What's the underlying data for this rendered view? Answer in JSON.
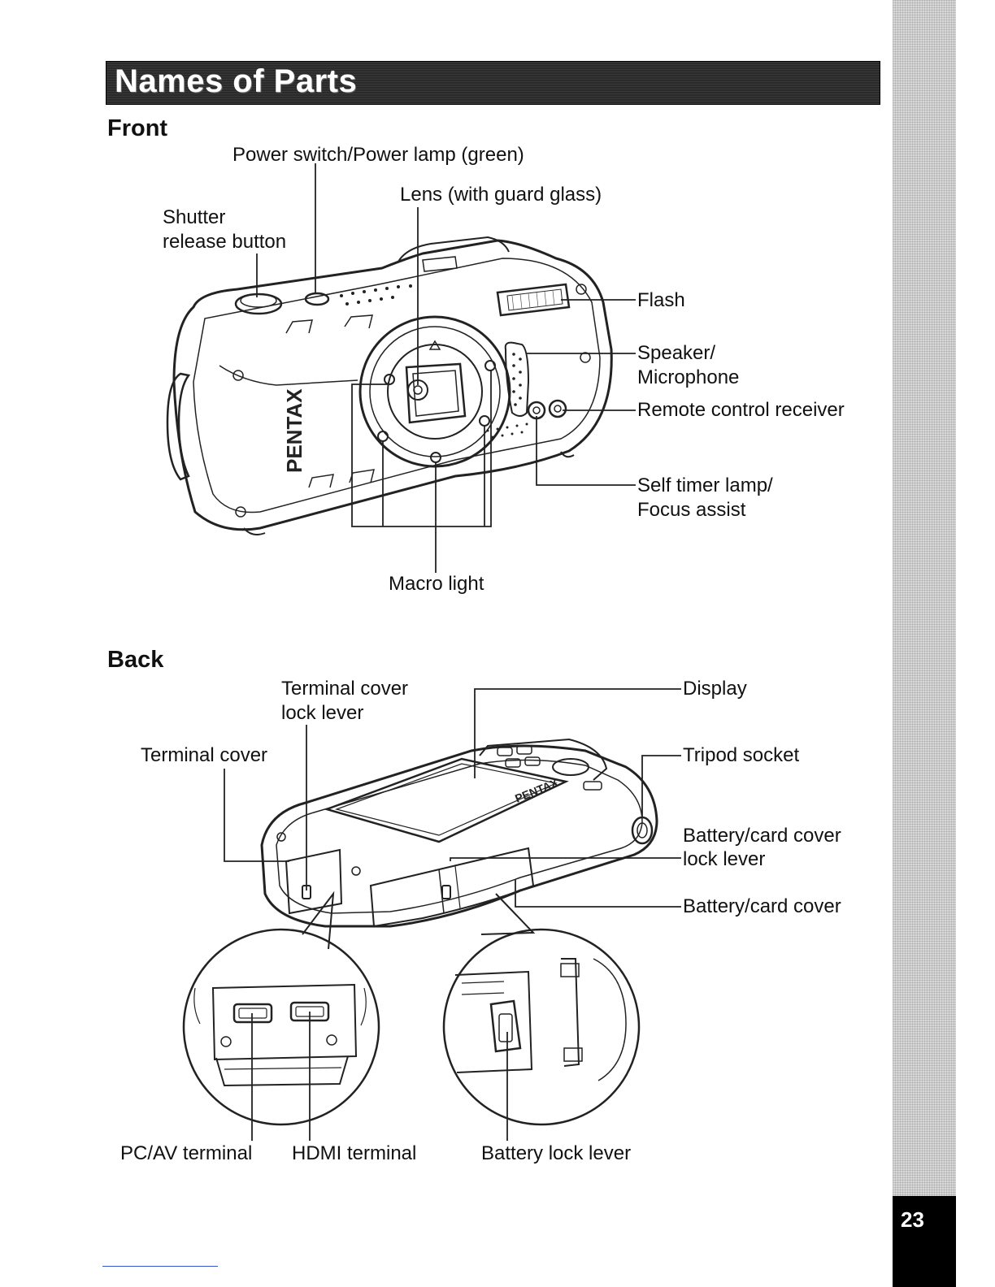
{
  "header": {
    "title": "Names of Parts"
  },
  "page_number": "23",
  "front": {
    "heading": "Front",
    "brand": "PENTAX",
    "labels": {
      "power_switch": "Power switch/Power lamp (green)",
      "lens": "Lens (with guard glass)",
      "shutter_1": "Shutter",
      "shutter_2": "release button",
      "flash": "Flash",
      "speaker_1": "Speaker/",
      "speaker_2": "Microphone",
      "remote": "Remote control receiver",
      "self_timer_1": "Self timer lamp/",
      "self_timer_2": "Focus assist",
      "macro": "Macro light"
    }
  },
  "back": {
    "heading": "Back",
    "labels": {
      "terminal_lock_1": "Terminal cover",
      "terminal_lock_2": "lock lever",
      "display": "Display",
      "terminal_cover": "Terminal cover",
      "tripod": "Tripod socket",
      "battery_lock_1": "Battery/card cover",
      "battery_lock_2": "lock lever",
      "battery_cover": "Battery/card cover",
      "pc_av": "PC/AV terminal",
      "hdmi": "HDMI terminal",
      "battery_lever": "Battery lock lever"
    }
  }
}
